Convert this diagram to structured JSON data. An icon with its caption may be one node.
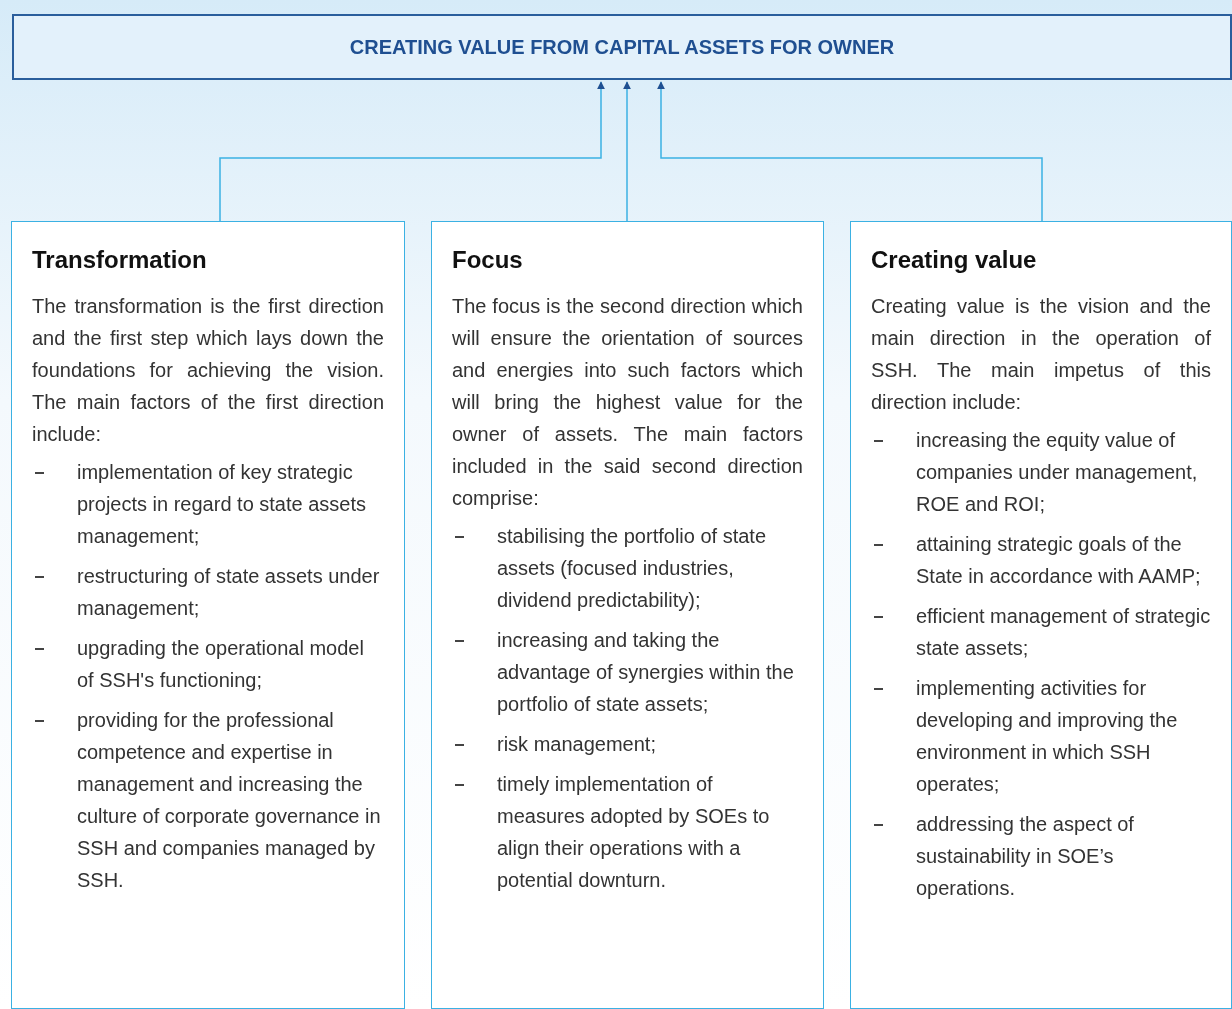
{
  "diagram": {
    "nodes": [
      {
        "text": [
          "CREATING VALUE FROM CAPITAL ASSETS FOR OWNER"
        ]
      },
      {
        "text": [
          "Transformation",
          "The transformation is the first direction and the first step which lays down the foundations for achieving the vision. The main factors of the first direction include:",
          "implementation of key strategic projects in regard to state assets management;",
          "restructuring of state assets under management;",
          "upgrading the operational model of SSH's functioning;",
          "providing for the professional competence and expertise in management and increasing the culture of corporate governance in SSH and companies managed by SSH."
        ]
      },
      {
        "text": [
          "Focus",
          "The focus is the second direction which will ensure the orientation of sources and energies into such factors which will bring the highest value for the owner of assets. The main factors included in the said second direction comprise:",
          "stabilising the portfolio of state assets (focused industries, dividend predictability);",
          "increasing and taking the advantage of synergies within the portfolio of state assets;",
          "risk management;",
          "timely implementation of measures adopted by SOEs to align their operations with a potential downturn."
        ]
      },
      {
        "text": [
          "Creating value",
          "Creating value is the vision and the main direction in the operation of SSH. The main impetus of this direction include:",
          "increasing the equity value of companies under management, ROE and ROI;",
          "attaining strategic goals of the State in accordance with AAMP;",
          "efficient management of strategic state assets;",
          "implementing activities for developing and improving the environment in which SSH operates;",
          "addressing the aspect of sustainability in SOE’s operations."
        ]
      }
    ],
    "edges": [
      {
        "from": 1,
        "to": 0,
        "arrow": "to"
      },
      {
        "from": 2,
        "to": 0,
        "arrow": "to"
      },
      {
        "from": 3,
        "to": 0,
        "arrow": "to"
      }
    ]
  }
}
